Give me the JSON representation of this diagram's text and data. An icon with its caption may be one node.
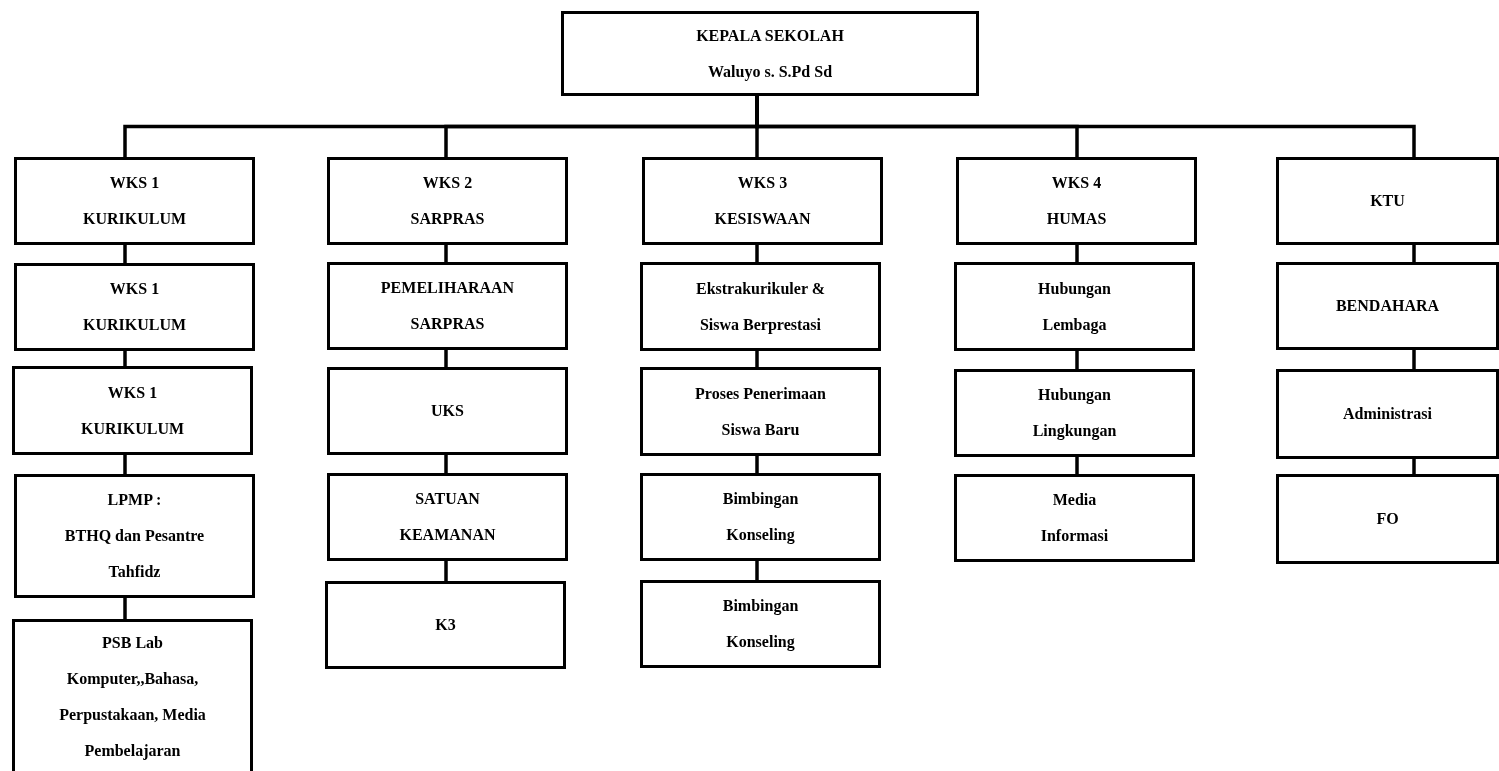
{
  "diagram": {
    "nodes": [
      {
        "text": [
          "KEPALA SEKOLAH",
          "Waluyo s. S.Pd Sd"
        ]
      },
      {
        "text": [
          "WKS 1",
          "KURIKULUM"
        ]
      },
      {
        "text": [
          "WKS 1",
          "KURIKULUM"
        ]
      },
      {
        "text": [
          "WKS 1",
          "KURIKULUM"
        ]
      },
      {
        "text": [
          "LPMP :",
          "BTHQ dan Pesantre Tahfidz"
        ]
      },
      {
        "text": [
          "PSB Lab Komputer,,Bahasa, Perpustakaan, Media Pembelajaran"
        ]
      },
      {
        "text": [
          "WKS 2",
          "SARPRAS"
        ]
      },
      {
        "text": [
          "PEMELIHARAAN SARPRAS"
        ]
      },
      {
        "text": [
          "UKS"
        ]
      },
      {
        "text": [
          "SATUAN KEAMANAN"
        ]
      },
      {
        "text": [
          "K3"
        ]
      },
      {
        "text": [
          "WKS 3",
          "KESISWAAN"
        ]
      },
      {
        "text": [
          "Ekstrakurikuler & Siswa Berprestasi"
        ]
      },
      {
        "text": [
          "Proses Penerimaan Siswa Baru"
        ]
      },
      {
        "text": [
          "Bimbingan Konseling"
        ]
      },
      {
        "text": [
          "Bimbingan Konseling"
        ]
      },
      {
        "text": [
          "WKS 4",
          "HUMAS"
        ]
      },
      {
        "text": [
          "Hubungan Lembaga"
        ]
      },
      {
        "text": [
          "Hubungan Lingkungan"
        ]
      },
      {
        "text": [
          "Media Informasi"
        ]
      },
      {
        "text": [
          "KTU"
        ]
      },
      {
        "text": [
          "BENDAHARA"
        ]
      },
      {
        "text": [
          "Administrasi"
        ]
      },
      {
        "text": [
          "FO"
        ]
      }
    ],
    "edges": [
      {
        "from": 0,
        "to": 1,
        "arrow": "none"
      },
      {
        "from": 0,
        "to": 6,
        "arrow": "none"
      },
      {
        "from": 0,
        "to": 11,
        "arrow": "none"
      },
      {
        "from": 0,
        "to": 16,
        "arrow": "none"
      },
      {
        "from": 0,
        "to": 20,
        "arrow": "none"
      },
      {
        "from": 1,
        "to": 2,
        "arrow": "none"
      },
      {
        "from": 2,
        "to": 3,
        "arrow": "none"
      },
      {
        "from": 3,
        "to": 4,
        "arrow": "none"
      },
      {
        "from": 4,
        "to": 5,
        "arrow": "none"
      },
      {
        "from": 6,
        "to": 7,
        "arrow": "none"
      },
      {
        "from": 7,
        "to": 8,
        "arrow": "none"
      },
      {
        "from": 8,
        "to": 9,
        "arrow": "none"
      },
      {
        "from": 9,
        "to": 10,
        "arrow": "none"
      },
      {
        "from": 11,
        "to": 12,
        "arrow": "none"
      },
      {
        "from": 12,
        "to": 13,
        "arrow": "none"
      },
      {
        "from": 13,
        "to": 14,
        "arrow": "none"
      },
      {
        "from": 14,
        "to": 15,
        "arrow": "none"
      },
      {
        "from": 16,
        "to": 17,
        "arrow": "none"
      },
      {
        "from": 17,
        "to": 18,
        "arrow": "none"
      },
      {
        "from": 18,
        "to": 19,
        "arrow": "none"
      },
      {
        "from": 20,
        "to": 21,
        "arrow": "none"
      },
      {
        "from": 21,
        "to": 22,
        "arrow": "none"
      },
      {
        "from": 22,
        "to": 23,
        "arrow": "none"
      }
    ]
  }
}
